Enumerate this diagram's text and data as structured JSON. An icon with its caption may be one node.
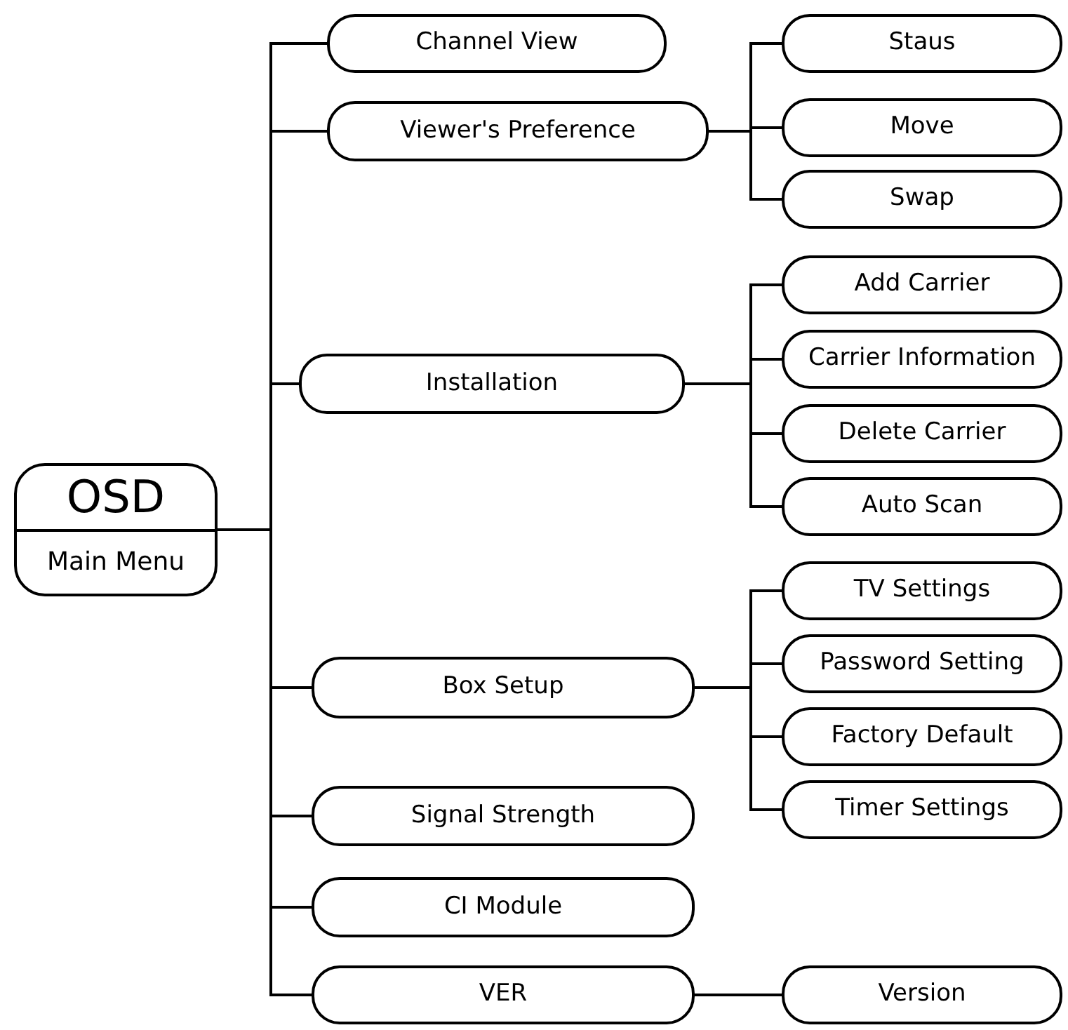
{
  "diagram": {
    "nodes": [
      {
        "text": [
          "OSD",
          "Main Menu"
        ]
      },
      {
        "text": [
          "Channel View"
        ]
      },
      {
        "text": [
          "Viewer's Preference"
        ]
      },
      {
        "text": [
          "Staus"
        ]
      },
      {
        "text": [
          "Move"
        ]
      },
      {
        "text": [
          "Swap"
        ]
      },
      {
        "text": [
          "Installation"
        ]
      },
      {
        "text": [
          "Add Carrier"
        ]
      },
      {
        "text": [
          "Carrier Information"
        ]
      },
      {
        "text": [
          "Delete Carrier"
        ]
      },
      {
        "text": [
          "Auto Scan"
        ]
      },
      {
        "text": [
          "Box Setup"
        ]
      },
      {
        "text": [
          "TV Settings"
        ]
      },
      {
        "text": [
          "Password Setting"
        ]
      },
      {
        "text": [
          "Factory Default"
        ]
      },
      {
        "text": [
          "Timer Settings"
        ]
      },
      {
        "text": [
          "Signal Strength"
        ]
      },
      {
        "text": [
          "CI Module"
        ]
      },
      {
        "text": [
          "VER"
        ]
      },
      {
        "text": [
          "Version"
        ]
      }
    ],
    "edges": [
      {
        "from": 0,
        "to": 1,
        "arrow": "none"
      },
      {
        "from": 0,
        "to": 2,
        "arrow": "none"
      },
      {
        "from": 0,
        "to": 6,
        "arrow": "none"
      },
      {
        "from": 0,
        "to": 11,
        "arrow": "none"
      },
      {
        "from": 0,
        "to": 16,
        "arrow": "none"
      },
      {
        "from": 0,
        "to": 17,
        "arrow": "none"
      },
      {
        "from": 0,
        "to": 18,
        "arrow": "none"
      },
      {
        "from": 2,
        "to": 3,
        "arrow": "none"
      },
      {
        "from": 2,
        "to": 4,
        "arrow": "none"
      },
      {
        "from": 2,
        "to": 5,
        "arrow": "none"
      },
      {
        "from": 6,
        "to": 7,
        "arrow": "none"
      },
      {
        "from": 6,
        "to": 8,
        "arrow": "none"
      },
      {
        "from": 6,
        "to": 9,
        "arrow": "none"
      },
      {
        "from": 6,
        "to": 10,
        "arrow": "none"
      },
      {
        "from": 11,
        "to": 12,
        "arrow": "none"
      },
      {
        "from": 11,
        "to": 13,
        "arrow": "none"
      },
      {
        "from": 11,
        "to": 14,
        "arrow": "none"
      },
      {
        "from": 11,
        "to": 15,
        "arrow": "none"
      },
      {
        "from": 18,
        "to": 19,
        "arrow": "none"
      }
    ]
  }
}
